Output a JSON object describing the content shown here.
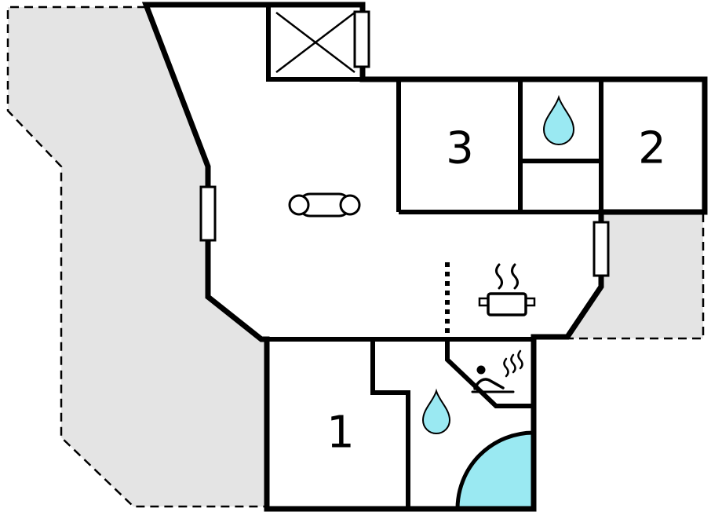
{
  "page": {
    "type": "floor-plan"
  },
  "colors": {
    "background": "#ffffff",
    "wall": "#000000",
    "outside_area": "#e4e4e4",
    "water": "#9ae9f2"
  },
  "rooms": [
    {
      "label": "1"
    },
    {
      "label": "2"
    },
    {
      "label": "3"
    }
  ],
  "icons": {
    "sofa": "sofa-top-view",
    "stove": "steaming-pot",
    "sauna": "sauna-person-with-steam",
    "water_drop": "water-drop",
    "shower": "corner-shower",
    "skylight": "crossed-box",
    "window": "window",
    "kitchen_divider": "dotted-divider-line",
    "plot_boundary": "dashed-boundary-line"
  }
}
